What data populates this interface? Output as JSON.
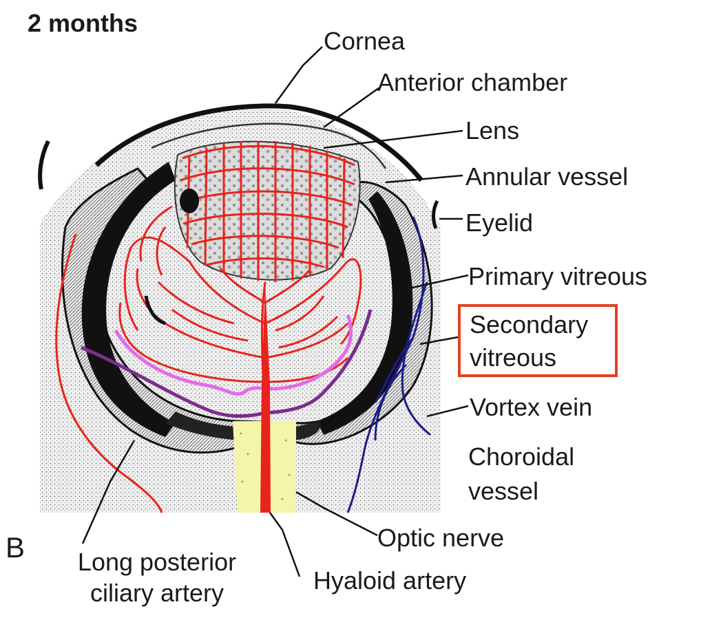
{
  "title": "2 months",
  "panel_letter": "B",
  "labels": {
    "cornea": "Cornea",
    "anterior_chamber": "Anterior chamber",
    "lens": "Lens",
    "annular_vessel": "Annular vessel",
    "eyelid": "Eyelid",
    "primary_vitreous": "Primary vitreous",
    "secondary_vitreous_line1": "Secondary",
    "secondary_vitreous_line2": "vitreous",
    "vortex_vein": "Vortex vein",
    "choroidal_vessel_line1": "Choroidal",
    "choroidal_vessel_line2": "vessel",
    "optic_nerve": "Optic nerve",
    "hyaloid_artery": "Hyaloid artery",
    "long_posterior_line1": "Long posterior",
    "long_posterior_line2": "ciliary artery"
  },
  "colors": {
    "vessel_red": "#e8231c",
    "vein_blue": "#1c1d8a",
    "highlight_box": "#e2421f",
    "secondary_vitreous_outline": "#7b2d8e",
    "primary_vitreous_outline": "#e56ae8",
    "optic_nerve_fill": "#f4f5a8",
    "stipple_tissue": "#cfcfcf",
    "dark_layer": "#111111"
  }
}
